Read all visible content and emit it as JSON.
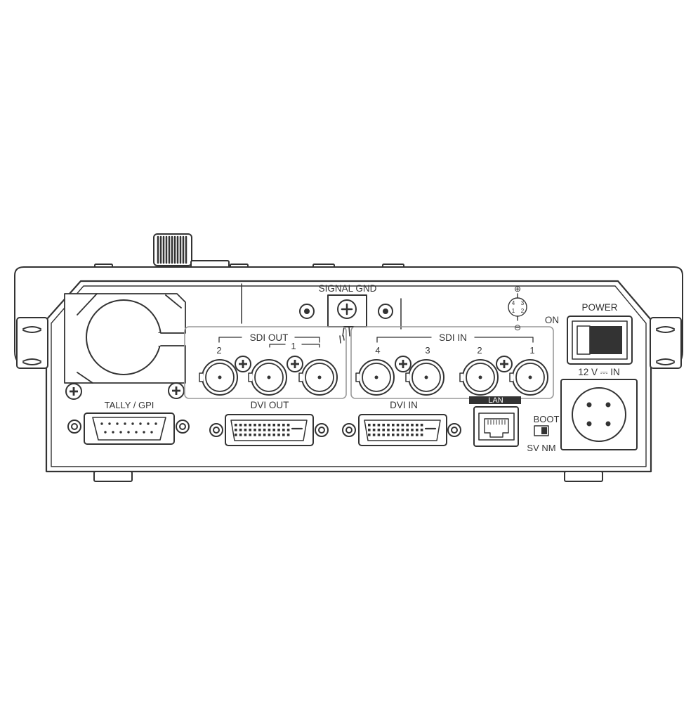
{
  "colors": {
    "line": "#333333",
    "group_box": "#999999",
    "background": "#ffffff"
  },
  "labels": {
    "signal_gnd": "SIGNAL GND",
    "sdi_out": "SDI OUT",
    "sdi_out_2": "2",
    "sdi_out_1": "1",
    "sdi_in": "SDI IN",
    "sdi_in_4": "4",
    "sdi_in_3": "3",
    "sdi_in_2": "2",
    "sdi_in_1": "1",
    "tally_gpi": "TALLY / GPI",
    "dvi_out": "DVI OUT",
    "dvi_in": "DVI IN",
    "lan": "LAN",
    "boot": "BOOT",
    "sv_nm": "SV NM",
    "power": "POWER",
    "on": "ON",
    "dc_in": "12 V ⎓ IN",
    "polarity_plus": "⊕",
    "polarity_minus": "⊖",
    "pin_4": "4",
    "pin_1": "1",
    "pin_2": "2",
    "pin_3": "3"
  },
  "icons": {
    "fan": "fan-vent-icon",
    "screw": "phillips-screw-icon",
    "bnc": "bnc-connector-icon",
    "dsub": "d-sub-15-connector-icon",
    "dvi": "dvi-connector-icon",
    "rj45": "rj45-lan-port-icon",
    "xlr": "xlr-4pin-connector-icon",
    "rocker": "rocker-switch-icon",
    "dip": "dip-switch-icon",
    "gnd": "ground-terminal-icon"
  }
}
